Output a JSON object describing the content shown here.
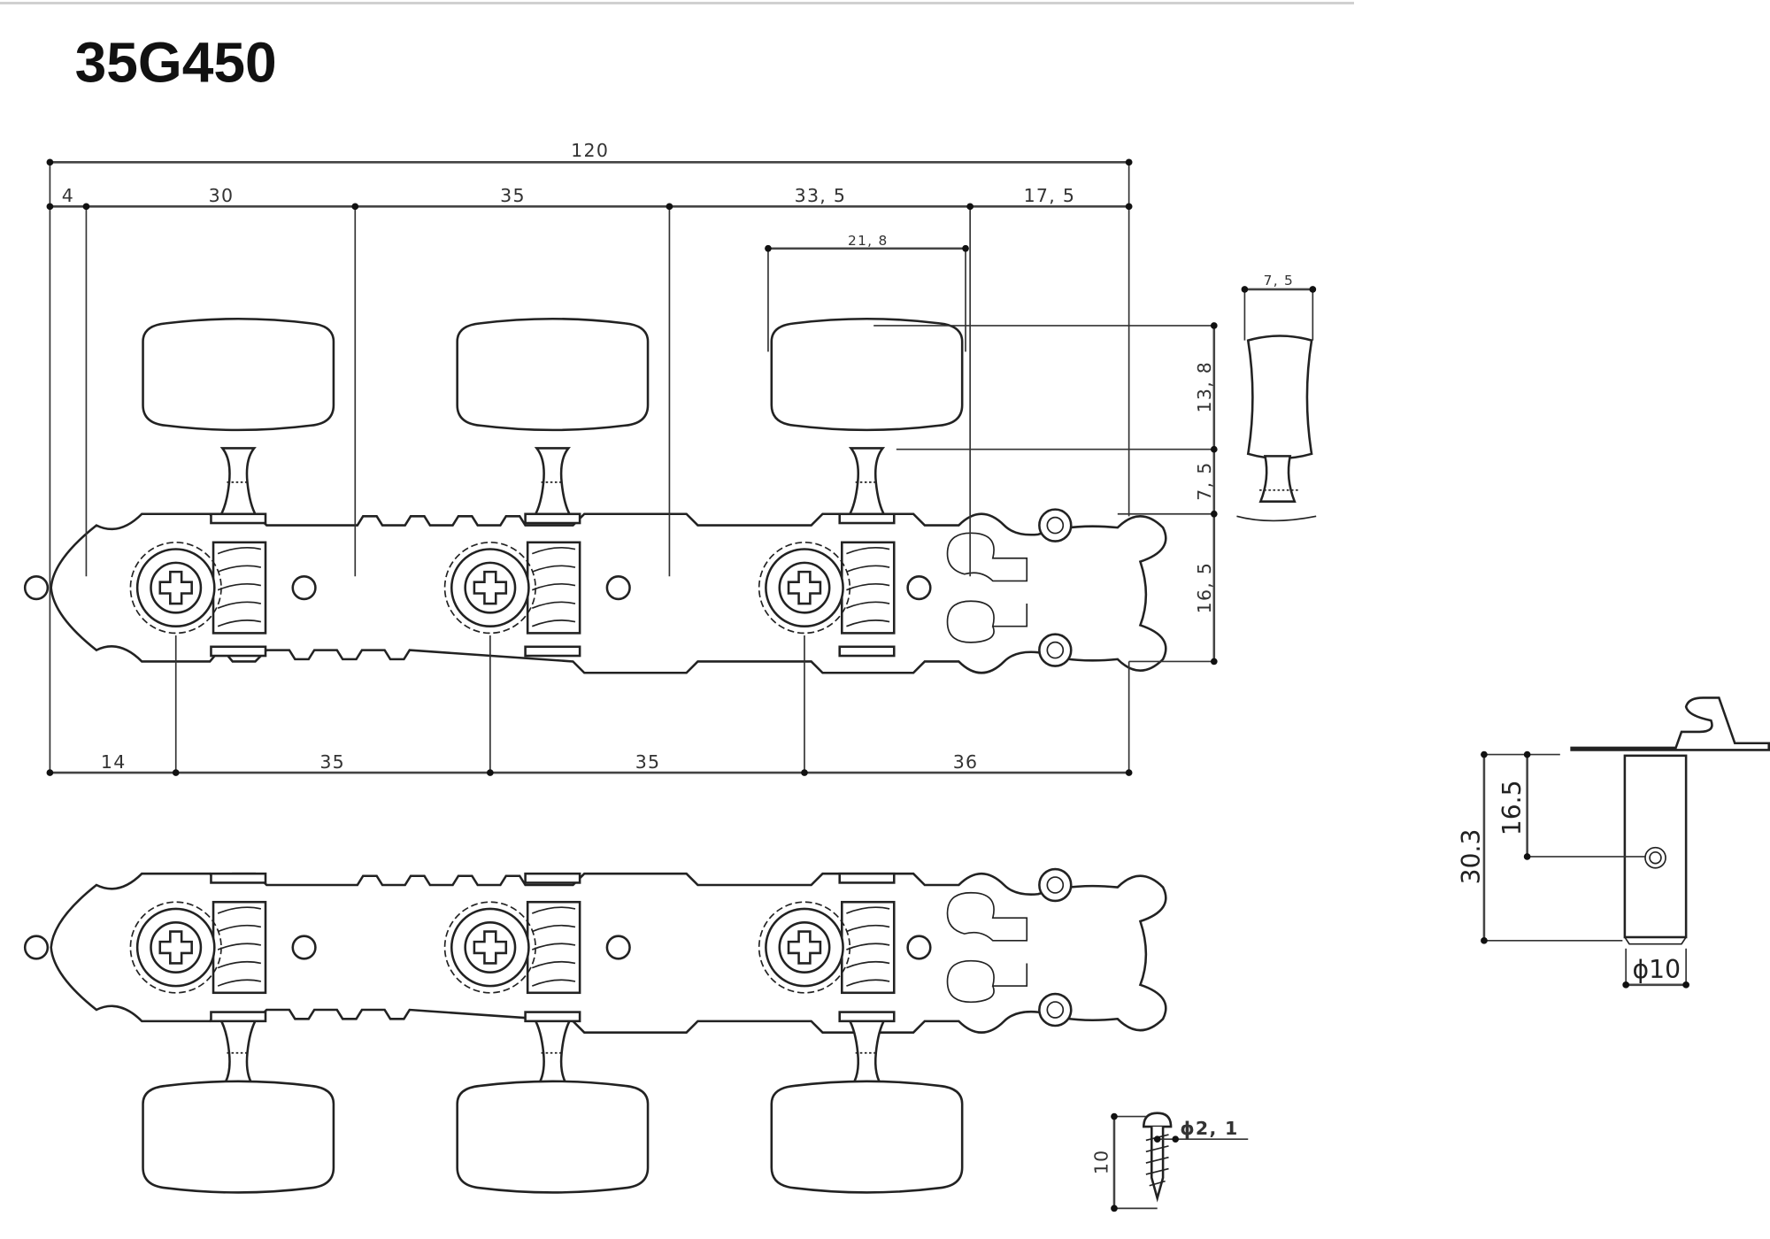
{
  "title": "35G450",
  "top_view": {
    "overall_length": "120",
    "hole_spacing": [
      "4",
      "30",
      "35",
      "33, 5",
      "17, 5"
    ],
    "knob_width": "21, 8",
    "knob_height": "13, 8",
    "stem_height": "7, 5",
    "plate_width": "16, 5",
    "post_spacing": [
      "14",
      "35",
      "35",
      "36"
    ]
  },
  "knob_side_view": {
    "thickness": "7, 5"
  },
  "screw": {
    "diameter": "ϕ2, 1",
    "length": "10"
  },
  "side_view": {
    "hole_height": "16.5",
    "post_height": "30.3",
    "post_diameter": "ϕ10"
  }
}
